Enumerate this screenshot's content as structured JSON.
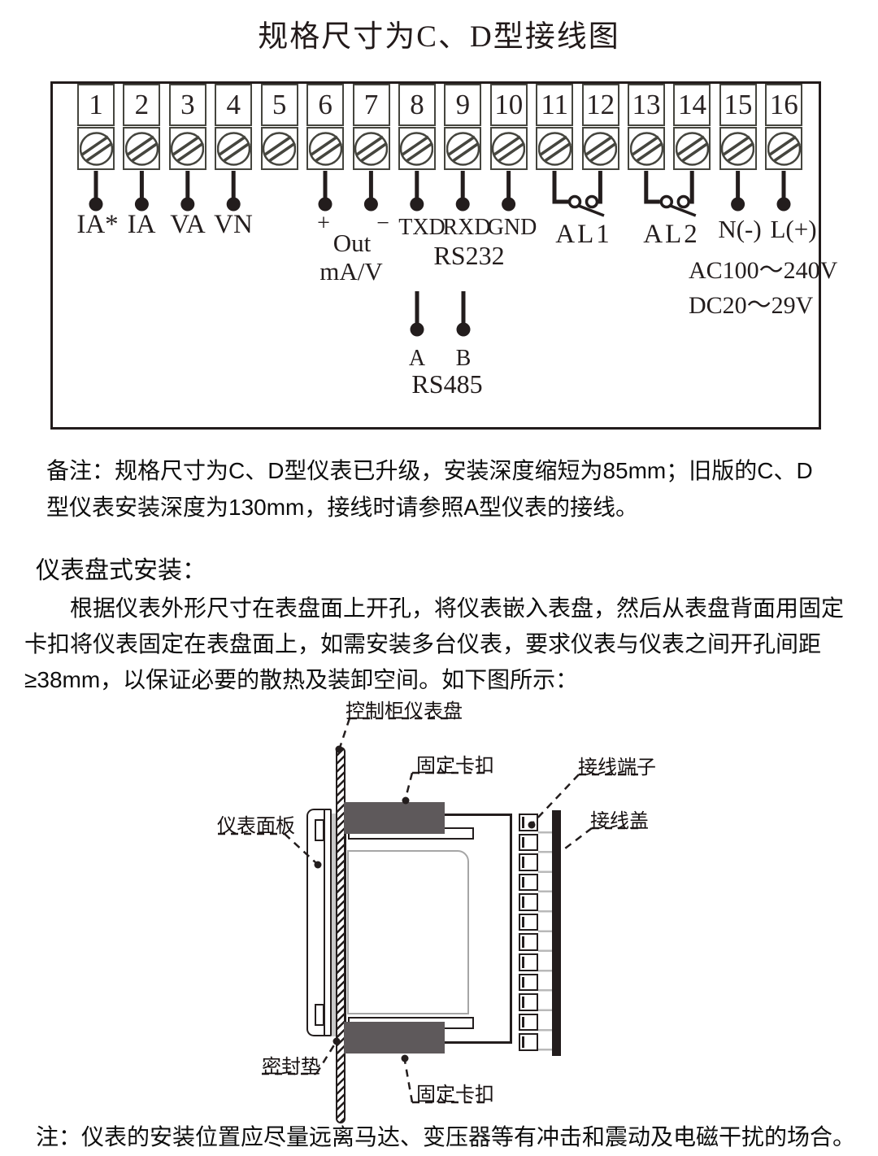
{
  "page": {
    "title": "规格尺寸为C、D型接线图"
  },
  "wiring": {
    "terminals": [
      "1",
      "2",
      "3",
      "4",
      "5",
      "6",
      "7",
      "8",
      "9",
      "10",
      "11",
      "12",
      "13",
      "14",
      "15",
      "16"
    ],
    "labels": {
      "ia_star": "IA*",
      "ia": "IA",
      "va": "VA",
      "vn": "VN",
      "plus": "+",
      "minus": "−",
      "out": "Out",
      "ma_v": "mA/V",
      "txd": "TXD",
      "rxd": "RXD",
      "gnd": "GND",
      "rs232": "RS232",
      "al1": "AL1",
      "al2": "AL2",
      "n_minus": "N(-)",
      "l_plus": "L(+)",
      "ac_range": "AC100～240V",
      "dc_range": "DC20～29V",
      "a": "A",
      "b": "B",
      "rs485": "RS485"
    }
  },
  "remark": "备注：规格尺寸为C、D型仪表已升级，安装深度缩短为85mm；旧版的C、D型仪表安装深度为130mm，接线时请参照A型仪表的接线。",
  "section": {
    "heading": "仪表盘式安装：",
    "body": "根据仪表外形尺寸在表盘面上开孔，将仪表嵌入表盘，然后从表盘背面用固定卡扣将仪表固定在表盘面上，如需安装多台仪表，要求仪表与仪表之间开孔间距≥38mm，以保证必要的散热及装卸空间。如下图所示："
  },
  "figure": {
    "labels": {
      "cabinet_panel": "控制柜仪表盘",
      "clip_top": "固定卡扣",
      "terminal_block": "接线端子",
      "wiring_cover": "接线盖",
      "meter_panel": "仪表面板",
      "gasket": "密封垫",
      "clip_bottom": "固定卡扣"
    }
  },
  "footnote": "注：仪表的安装位置应尽量远离马达、变压器等有冲击和震动及电磁干扰的场合。",
  "colors": {
    "ink": "#231d1d",
    "clip_gray": "#5e595b",
    "screen_border": "#a6a6a6"
  }
}
